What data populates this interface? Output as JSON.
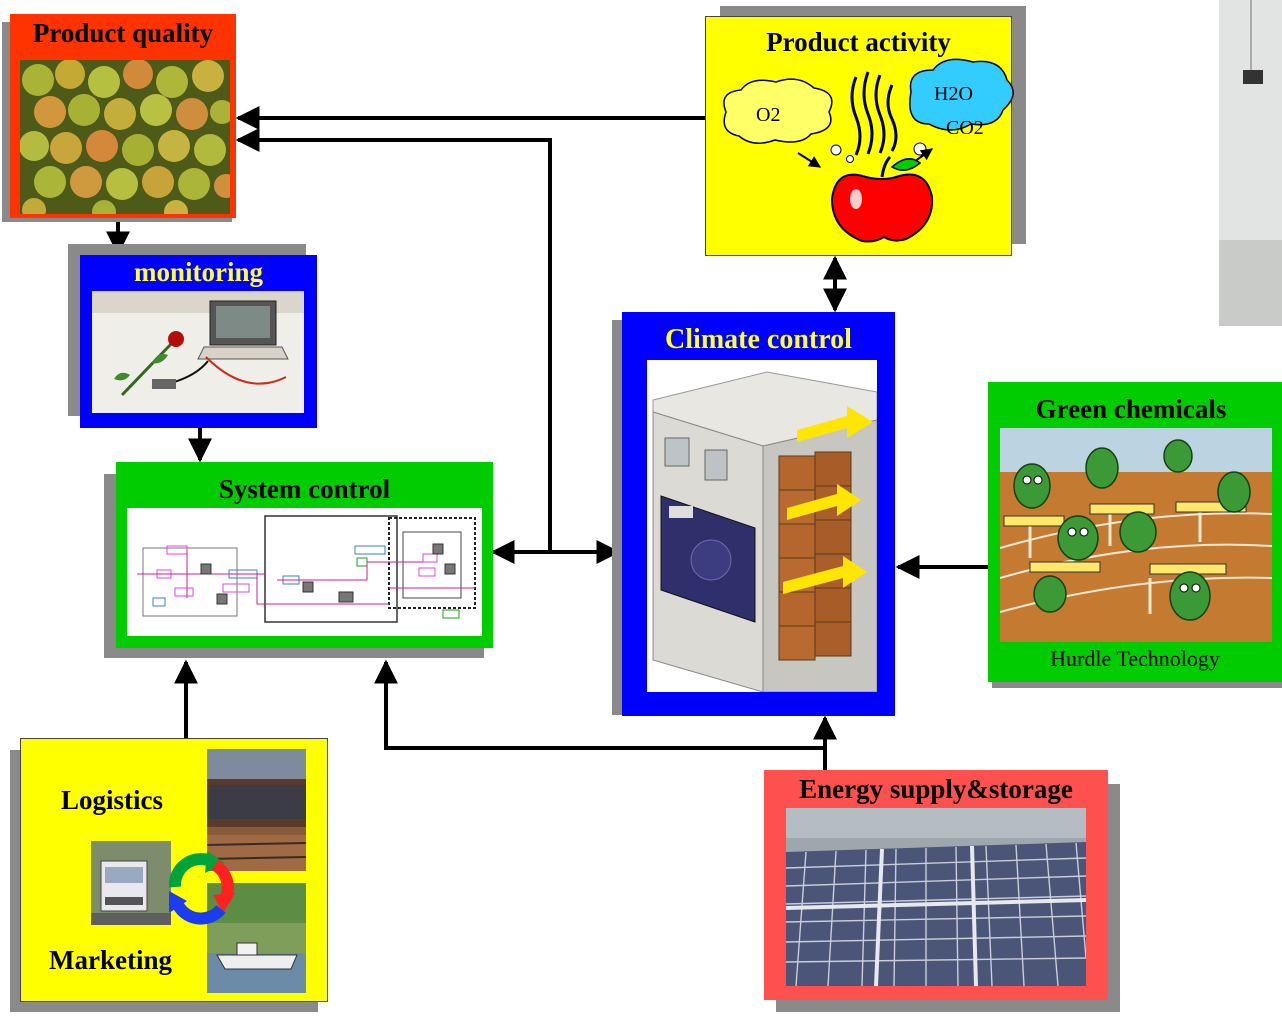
{
  "boxes": {
    "product_quality": {
      "title": "Product  quality"
    },
    "product_activity": {
      "title": "Product activity",
      "gas_in": "O2",
      "gas_out_1": "H2O",
      "gas_out_2": "CO2"
    },
    "monitoring": {
      "title": "monitoring"
    },
    "climate_control": {
      "title": "Climate control"
    },
    "green_chemicals": {
      "title": "Green chemicals",
      "caption": "Hurdle Technology"
    },
    "system_control": {
      "title": "System control"
    },
    "logistics": {
      "title_top": "Logistics",
      "title_bottom": "Marketing"
    },
    "energy": {
      "title": "Energy supply&storage"
    }
  },
  "colors": {
    "product_quality": "#ff3300",
    "product_activity": "#ffff00",
    "monitoring": "#0000ff",
    "climate_control": "#0000ff",
    "green_chemicals": "#00cc00",
    "system_control": "#00cc00",
    "logistics": "#ffff00",
    "energy": "#ff5050"
  }
}
